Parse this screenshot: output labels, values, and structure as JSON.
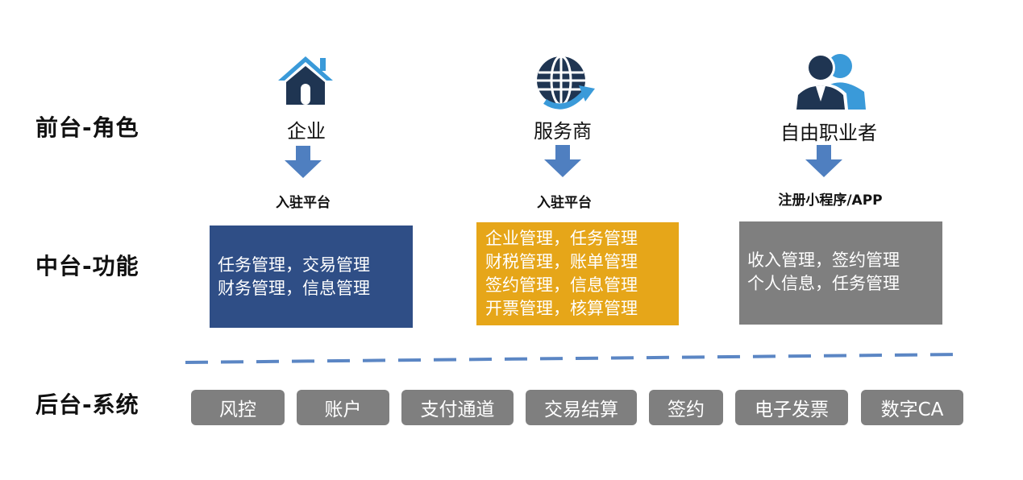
{
  "rows": {
    "front": "前台-角色",
    "middle": "中台-功能",
    "back": "后台-系统"
  },
  "roles": [
    {
      "icon": "house-icon",
      "title": "企业",
      "subtitle": "入驻平台",
      "functions": [
        "任务管理，交易管理",
        "财务管理，信息管理"
      ],
      "box_color": "#2f4e86"
    },
    {
      "icon": "globe-icon",
      "title": "服务商",
      "subtitle": "入驻平台",
      "functions": [
        "企业管理，任务管理",
        "财税管理，账单管理",
        "签约管理，信息管理",
        "开票管理，核算管理"
      ],
      "box_color": "#e6a619"
    },
    {
      "icon": "users-icon",
      "title": "自由职业者",
      "subtitle": "注册小程序/APP",
      "functions": [
        "收入管理，签约管理",
        "个人信息，任务管理"
      ],
      "box_color": "#7f7f7f"
    }
  ],
  "systems": [
    "风控",
    "账户",
    "支付通道",
    "交易结算",
    "签约",
    "电子发票",
    "数字CA"
  ],
  "colors": {
    "arrow": "#4f7fc0",
    "divider": "#5b86c4",
    "icon_dark": "#1f3552",
    "icon_light": "#3a9ad9",
    "system_box": "#7f7f7f"
  }
}
